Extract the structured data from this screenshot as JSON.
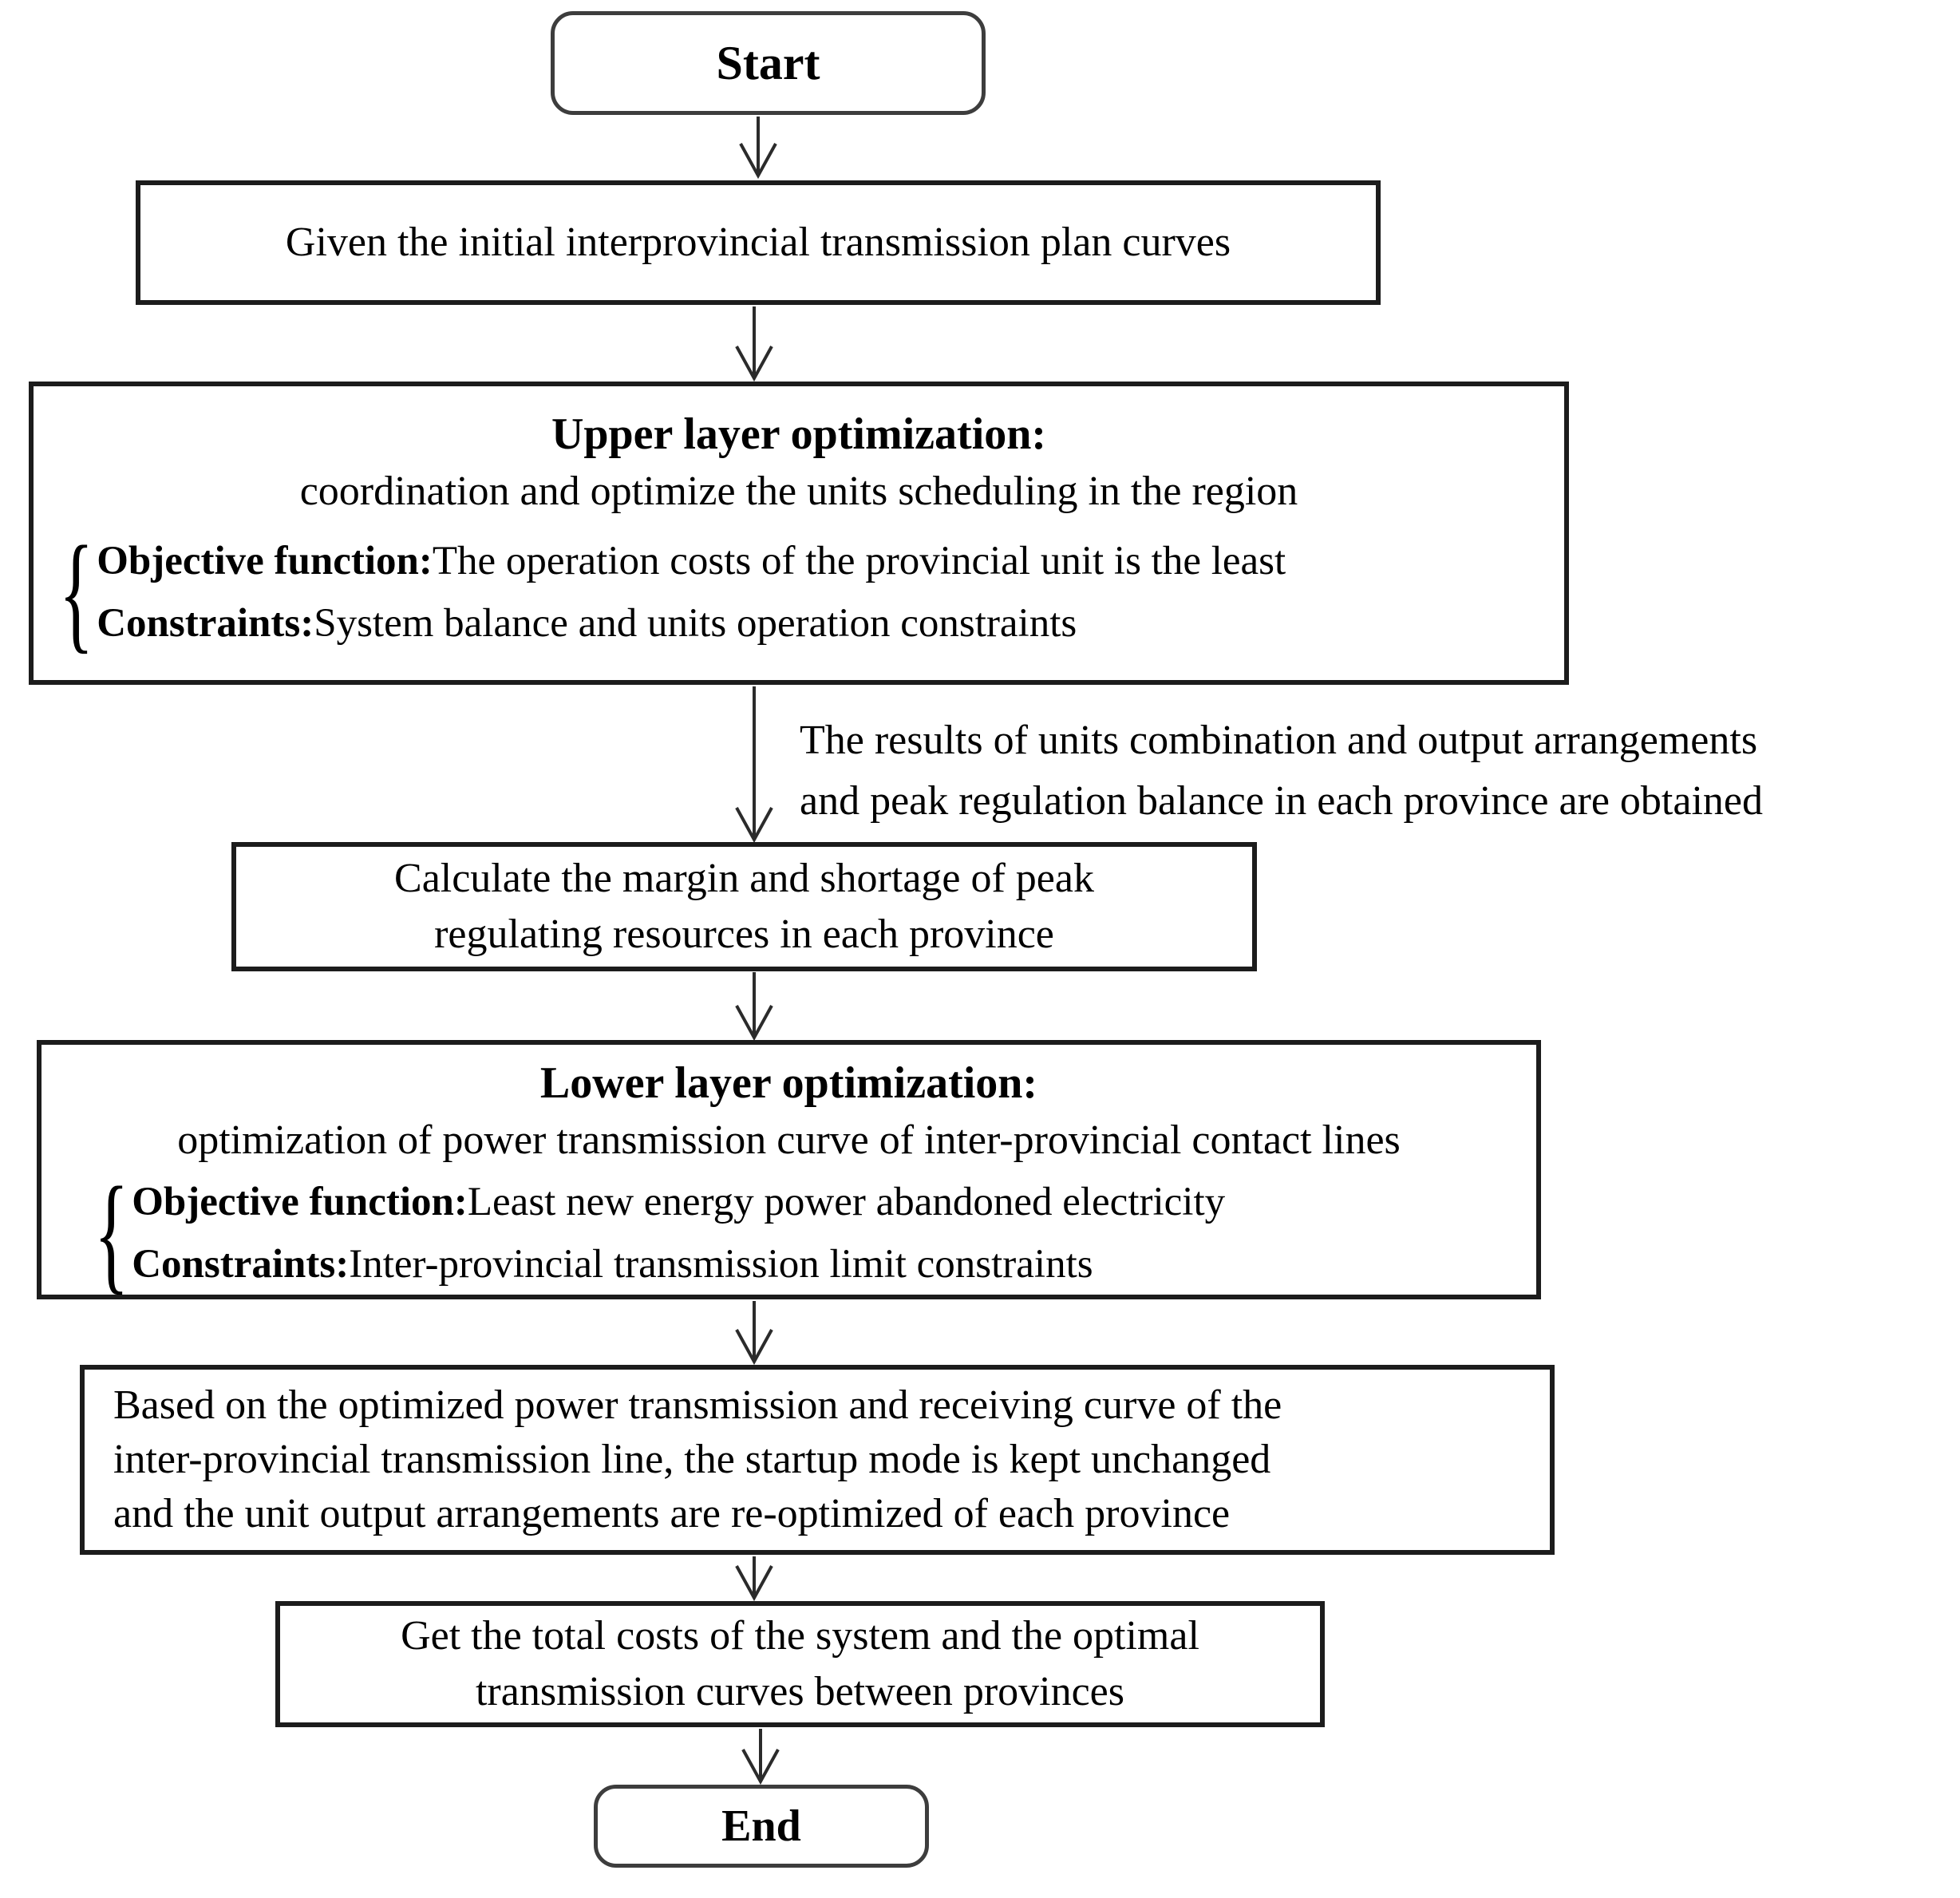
{
  "diagram": {
    "start": {
      "label": "Start"
    },
    "given": {
      "text": "Given the initial interprovincial transmission plan curves"
    },
    "upper": {
      "title": "Upper layer optimization:",
      "subtitle": "coordination and optimize the units scheduling in the region",
      "brace": "{",
      "objective_label": "Objective function:",
      "objective_text": "The operation costs of the provincial unit is the least",
      "constraints_label": "Constraints:",
      "constraints_text": "System balance and units operation constraints"
    },
    "annotation": {
      "line1": "The results of units combination and output arrangements",
      "line2": "and peak regulation balance in each province are obtained"
    },
    "calculate": {
      "line1": "Calculate the margin and shortage of peak",
      "line2": "regulating resources in each province"
    },
    "lower": {
      "title": "Lower layer optimization:",
      "subtitle": "optimization of power transmission curve of inter-provincial contact lines",
      "brace": "{",
      "objective_label": "Objective function:",
      "objective_text": "Least new energy power abandoned electricity",
      "constraints_label": "Constraints:",
      "constraints_text": "Inter-provincial transmission limit constraints"
    },
    "reoptimize": {
      "line1": "Based on the optimized power transmission and receiving curve of the",
      "line2": "inter-provincial transmission line, the startup mode is kept unchanged",
      "line3": "and the unit output arrangements are re-optimized of each province"
    },
    "total": {
      "line1": "Get the total costs of the system and the optimal",
      "line2": "transmission curves between provinces"
    },
    "end": {
      "label": "End"
    }
  },
  "colors": {
    "background": "#ffffff",
    "box_border": "#1c1c1c",
    "terminator_border": "#3d3d3d",
    "text": "#000000",
    "arrow": "#2b2b2b"
  }
}
